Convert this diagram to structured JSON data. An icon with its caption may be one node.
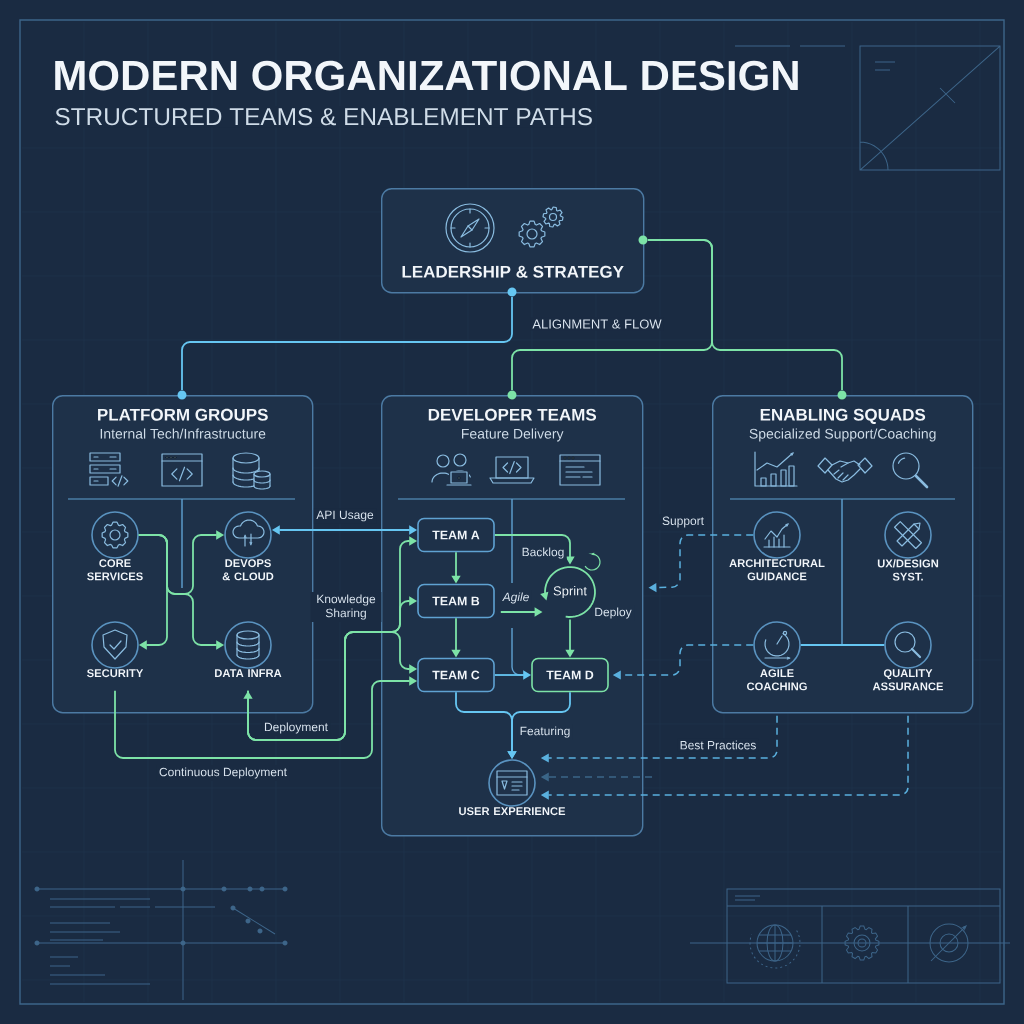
{
  "diagram": {
    "title": "MODERN ORGANIZATIONAL DESIGN",
    "nodes": [
      {
        "text": [
          "LEADERSHIP & STRATEGY"
        ]
      },
      {
        "text": [
          "PLATFORM GROUPS",
          "Internal Tech/Infrastructure"
        ]
      },
      {
        "text": [
          "CORE SERVICES"
        ],
        "in": 1
      },
      {
        "text": [
          "DEVOPS & CLOUD"
        ],
        "in": 1
      },
      {
        "text": [
          "SECURITY"
        ],
        "in": 1
      },
      {
        "text": [
          "DATA INFRA"
        ],
        "in": 1
      },
      {
        "text": [
          "DEVELOPER TEAMS",
          "Feature Delivery"
        ]
      },
      {
        "text": [
          "TEAM A"
        ],
        "in": 6
      },
      {
        "text": [
          "TEAM B"
        ],
        "in": 6
      },
      {
        "text": [
          "TEAM C"
        ],
        "in": 6
      },
      {
        "text": [
          "TEAM D"
        ],
        "in": 6
      },
      {
        "text": [
          "Sprint"
        ],
        "in": 6
      },
      {
        "text": [
          "USER EXPERIENCE"
        ],
        "in": 6
      },
      {
        "text": [
          "ENABLING SQUADS",
          "Specialized Support/Coaching"
        ]
      },
      {
        "text": [
          "ARCHITECTURAL GUIDANCE"
        ],
        "in": 13
      },
      {
        "text": [
          "UX/DESIGN SYST."
        ],
        "in": 13
      },
      {
        "text": [
          "AGILE COACHING"
        ],
        "in": 13
      },
      {
        "text": [
          "QUALITY ASSURANCE"
        ],
        "in": 13
      },
      {
        "text": [],
        "shape": "circle"
      },
      {
        "text": [],
        "shape": "circle"
      },
      {
        "text": [],
        "shape": "circle"
      },
      {
        "text": [],
        "shape": "circle"
      },
      {
        "text": [],
        "shape": "circle"
      }
    ],
    "edges": [
      {
        "from": 18,
        "to": 20,
        "arrow": "none",
        "color": "#66c6f2"
      },
      {
        "from": 19,
        "to": 21,
        "arrow": "none"
      },
      {
        "from": 19,
        "to": 22,
        "arrow": "none"
      },
      {
        "from": 2,
        "to": 3,
        "arrow": "to"
      },
      {
        "from": 2,
        "to": 4,
        "arrow": "to"
      },
      {
        "from": 2,
        "to": 5,
        "arrow": "to"
      },
      {
        "from": 3,
        "to": 7,
        "arrow": "both",
        "label": "API Usage",
        "color": "#66c6f2"
      },
      {
        "from": 5,
        "to": 7,
        "arrow": "to",
        "label": "Knowledge Sharing"
      },
      {
        "from": 5,
        "to": 8,
        "arrow": "both",
        "label": "Deployment"
      },
      {
        "from": 5,
        "to": 9,
        "arrow": "to"
      },
      {
        "from": 4,
        "to": 9,
        "arrow": "to",
        "label": "Continuous Deployment"
      },
      {
        "from": 7,
        "to": 8,
        "arrow": "to"
      },
      {
        "from": 8,
        "to": 9,
        "arrow": "to"
      },
      {
        "from": 7,
        "to": 11,
        "arrow": "to",
        "label": "Backlog"
      },
      {
        "from": 8,
        "to": 11,
        "arrow": "to",
        "label": "Agile"
      },
      {
        "from": 11,
        "to": 10,
        "arrow": "to",
        "label": "Deploy"
      },
      {
        "from": 9,
        "to": 10,
        "arrow": "to",
        "color": "#66c6f2"
      },
      {
        "from": 9,
        "to": 12,
        "arrow": "to",
        "label": "Featuring",
        "color": "#66c6f2"
      },
      {
        "from": 10,
        "to": 12,
        "arrow": "to",
        "color": "#66c6f2"
      },
      {
        "from": 14,
        "to": 6,
        "arrow": "to",
        "label": "Support",
        "style": "dashed",
        "color": "#5ab0de"
      },
      {
        "from": 16,
        "to": 10,
        "arrow": "to",
        "style": "dashed",
        "color": "#5ab0de"
      },
      {
        "from": 16,
        "to": 12,
        "arrow": "to",
        "label": "Best Practices",
        "style": "dashed",
        "color": "#5ab0de"
      },
      {
        "from": 17,
        "to": 12,
        "arrow": "to",
        "style": "dashed",
        "color": "#5ab0de"
      },
      {
        "from": null,
        "to": 12,
        "arrow": "to",
        "style": "dashed",
        "color": "#3b6688"
      },
      {
        "from": 16,
        "to": 17,
        "arrow": "none",
        "color": "#66c6f2"
      }
    ],
    "labels": [
      "STRUCTURED TEAMS & ENABLEMENT PATHS",
      "ALIGNMENT & FLOW"
    ]
  }
}
